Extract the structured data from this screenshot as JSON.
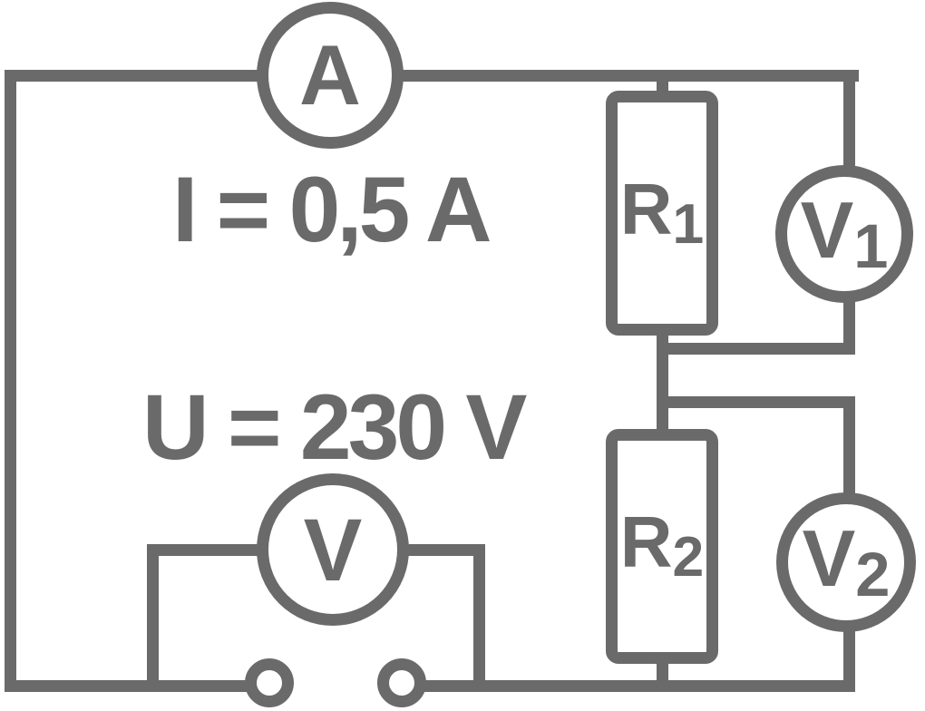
{
  "diagram": {
    "type": "circuit",
    "colors": {
      "line": "#6a6a6a",
      "background": "#ffffff"
    },
    "annotations": {
      "current": "I = 0,5 A",
      "voltage": "U = 230 V"
    },
    "components": {
      "ammeter": {
        "label": "A"
      },
      "main_voltmeter": {
        "label": "V"
      },
      "resistor_1": {
        "label": "R",
        "sub": "1"
      },
      "resistor_2": {
        "label": "R",
        "sub": "2"
      },
      "voltmeter_1": {
        "label": "V",
        "sub": "1"
      },
      "voltmeter_2": {
        "label": "V",
        "sub": "2"
      }
    }
  }
}
